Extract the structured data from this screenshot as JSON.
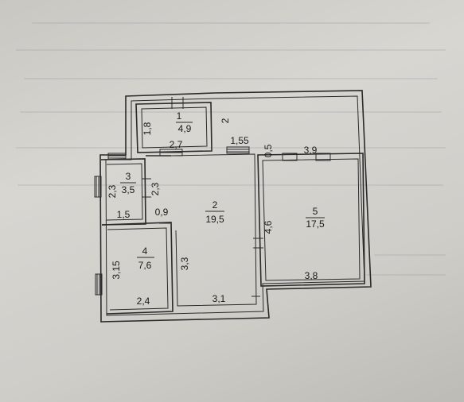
{
  "rooms": [
    {
      "number": "1",
      "area": "4,9"
    },
    {
      "number": "2",
      "area": "19,5"
    },
    {
      "number": "3",
      "area": "3,5"
    },
    {
      "number": "4",
      "area": "7,6"
    },
    {
      "number": "5",
      "area": "17,5"
    }
  ],
  "dimensions": {
    "r1_height": "1,8",
    "r1_width": "2,7",
    "corridor_right": "2",
    "corridor_width": "1,55",
    "r5_left_short": "0,5",
    "r5_top": "3,9",
    "r3_left": "2,3",
    "r3_right": "2,3",
    "r3_bottom": "1,5",
    "r3_gap": "0,9",
    "r5_left": "4,6",
    "r5_bottom": "3,8",
    "r4_left": "3,15",
    "r4_right": "3,3",
    "r4_bottom": "2,4",
    "r2_bottom": "3,1"
  }
}
